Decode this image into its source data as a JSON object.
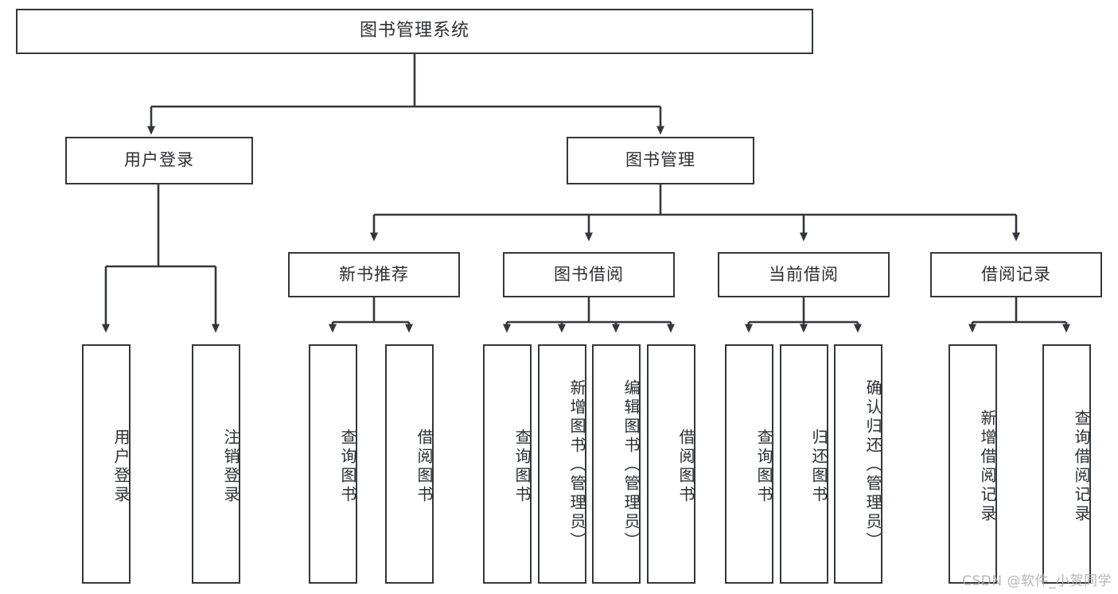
{
  "diagram": {
    "type": "tree",
    "title": "图书管理系统",
    "orientation": "top-down",
    "colors": {
      "box_border": "#33373b",
      "box_fill": "#ffffff",
      "connector": "#33373b",
      "text": "#2b2f33",
      "background": "#ffffff",
      "watermark": "#a8a8a8"
    },
    "root": {
      "label": "图书管理系统"
    },
    "level2": [
      {
        "label": "用户登录"
      },
      {
        "label": "图书管理"
      }
    ],
    "level3": [
      {
        "label": "新书推荐"
      },
      {
        "label": "图书借阅"
      },
      {
        "label": "当前借阅"
      },
      {
        "label": "借阅记录"
      }
    ],
    "leaves": {
      "user_login": [
        {
          "label": "用户登录"
        },
        {
          "label": "注销登录"
        }
      ],
      "new_book_recommend": [
        {
          "label": "查询图书"
        },
        {
          "label": "借阅图书"
        }
      ],
      "book_borrow": [
        {
          "label": "查询图书"
        },
        {
          "label": "新增图书（管理员）"
        },
        {
          "label": "编辑图书（管理员）"
        },
        {
          "label": "借阅图书"
        }
      ],
      "current_borrow": [
        {
          "label": "查询图书"
        },
        {
          "label": "归还图书"
        },
        {
          "label": "确认归还（管理员）"
        }
      ],
      "borrow_record": [
        {
          "label": "新增借阅记录"
        },
        {
          "label": "查询借阅记录"
        }
      ]
    }
  },
  "watermark": {
    "text": "CSDN @软件_小贺同学"
  }
}
